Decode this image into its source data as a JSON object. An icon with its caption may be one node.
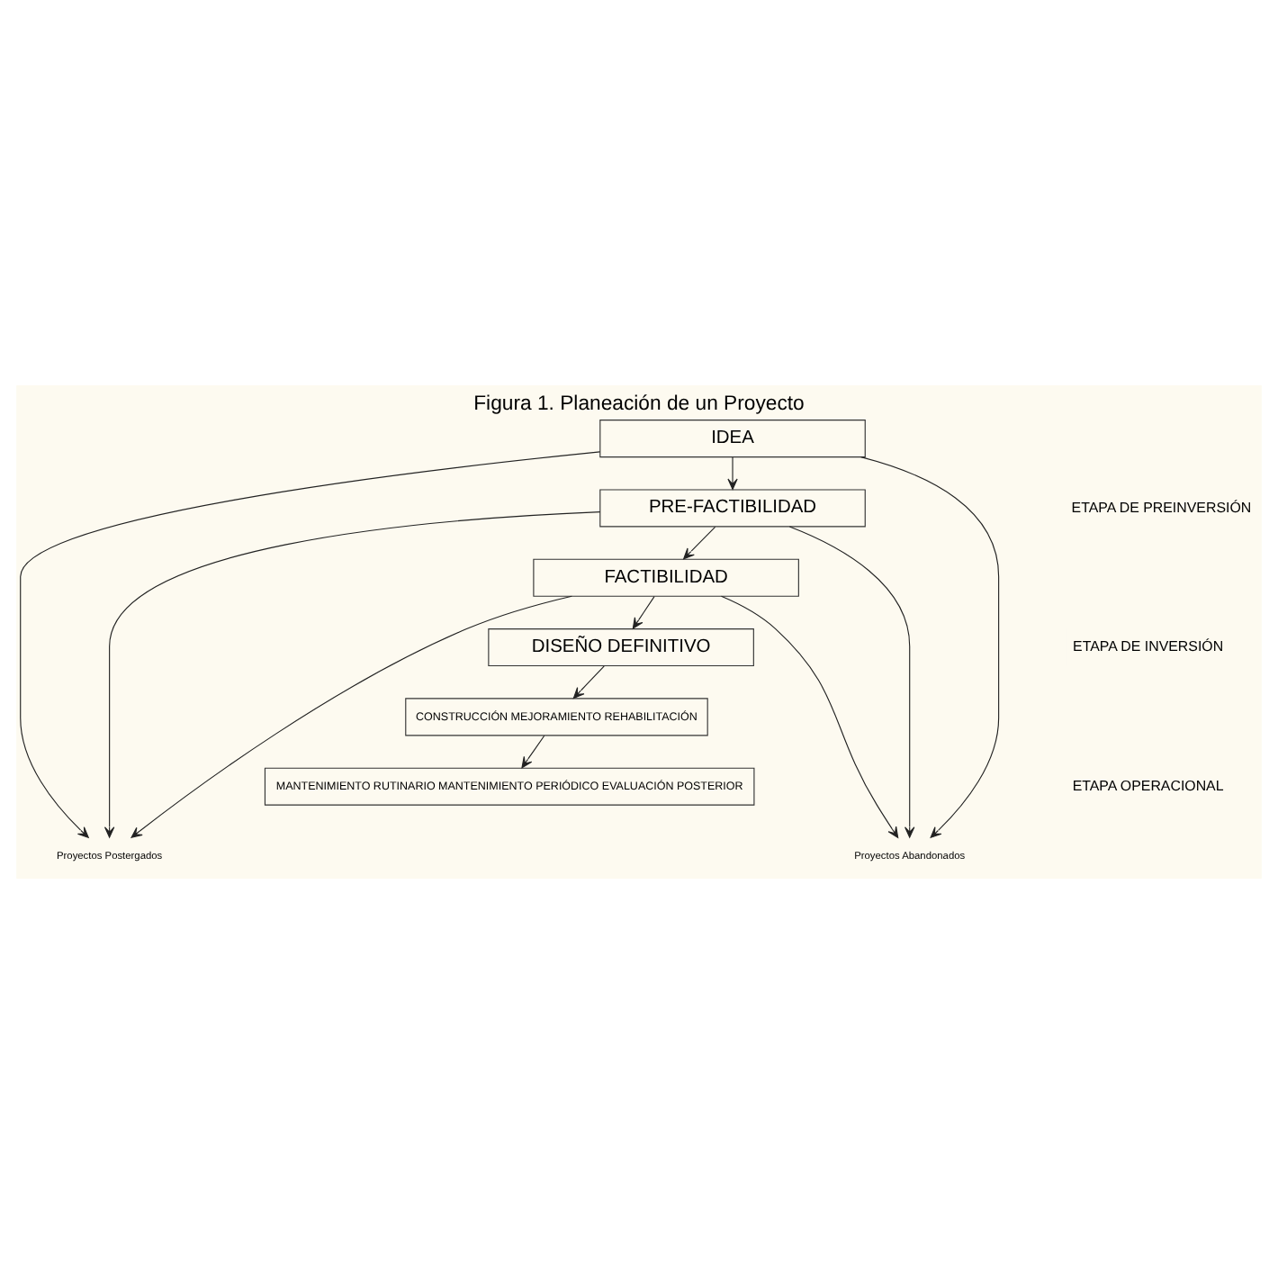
{
  "diagram": {
    "title": "Figura 1. Planeación de un Proyecto",
    "nodes": [
      {
        "text": [
          "IDEA"
        ]
      },
      {
        "text": [
          "PRE-FACTIBILIDAD"
        ]
      },
      {
        "text": [
          "FACTIBILIDAD"
        ]
      },
      {
        "text": [
          "DISEÑO DEFINITIVO"
        ]
      },
      {
        "text": [
          "CONSTRUCCIÓN MEJORAMIENTO REHABILITACIÓN"
        ]
      },
      {
        "text": [
          "MANTENIMIENTO RUTINARIO MANTENIMIENTO PERIÓDICO EVALUACIÓN POSTERIOR"
        ]
      },
      {
        "text": [
          "Proyectos Postergados"
        ]
      },
      {
        "text": [
          "Proyectos Abandonados"
        ]
      }
    ],
    "edges": [
      {
        "from": 0,
        "to": 1,
        "arrow": "to"
      },
      {
        "from": 1,
        "to": 2,
        "arrow": "to"
      },
      {
        "from": 2,
        "to": 3,
        "arrow": "to"
      },
      {
        "from": 3,
        "to": 4,
        "arrow": "to"
      },
      {
        "from": 4,
        "to": 5,
        "arrow": "to"
      },
      {
        "from": 0,
        "to": 6,
        "arrow": "to"
      },
      {
        "from": 1,
        "to": 6,
        "arrow": "to"
      },
      {
        "from": 2,
        "to": 6,
        "arrow": "to"
      },
      {
        "from": 0,
        "to": 7,
        "arrow": "to"
      },
      {
        "from": 1,
        "to": 7,
        "arrow": "to"
      },
      {
        "from": 2,
        "to": 7,
        "arrow": "to"
      }
    ],
    "labels": [
      "ETAPA DE PREINVERSIÓN",
      "ETAPA DE INVERSIÓN",
      "ETAPA OPERACIONAL"
    ]
  }
}
